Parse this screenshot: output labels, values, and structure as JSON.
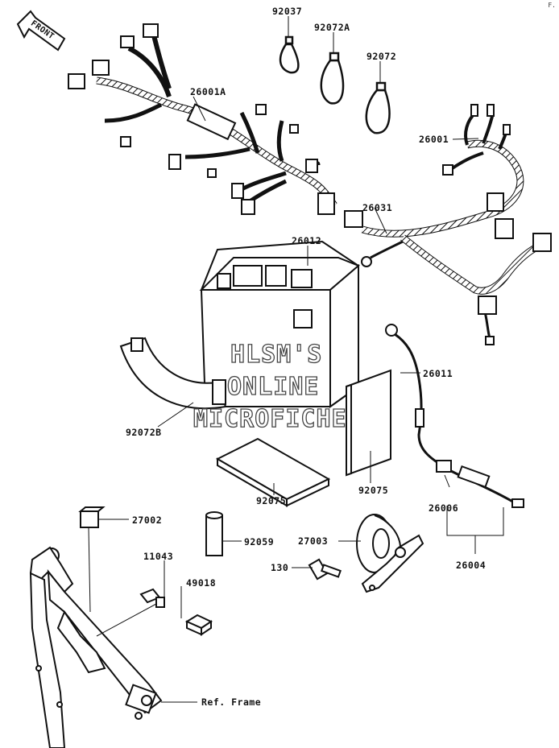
{
  "corner_mark": "F.",
  "front_label": "FRONT",
  "watermark": {
    "line1": "HLSM'S",
    "line2": "ONLINE",
    "line3": "MICROFICHE"
  },
  "parts": {
    "p92037": "92037",
    "p92072A": "92072A",
    "p92072": "92072",
    "p26001A": "26001A",
    "p26001": "26001",
    "p26031": "26031",
    "p26012": "26012",
    "p26011": "26011",
    "p92072B": "92072B",
    "p92075_pad": "92075",
    "p92075_sheet": "92075",
    "p27002": "27002",
    "p92059": "92059",
    "p27003": "27003",
    "p26006": "26006",
    "p26004": "26004",
    "p11043": "11043",
    "p49018": "49018",
    "p130": "130",
    "ref_frame": "Ref. Frame"
  },
  "colors": {
    "line": "#111111",
    "background": "#ffffff"
  }
}
